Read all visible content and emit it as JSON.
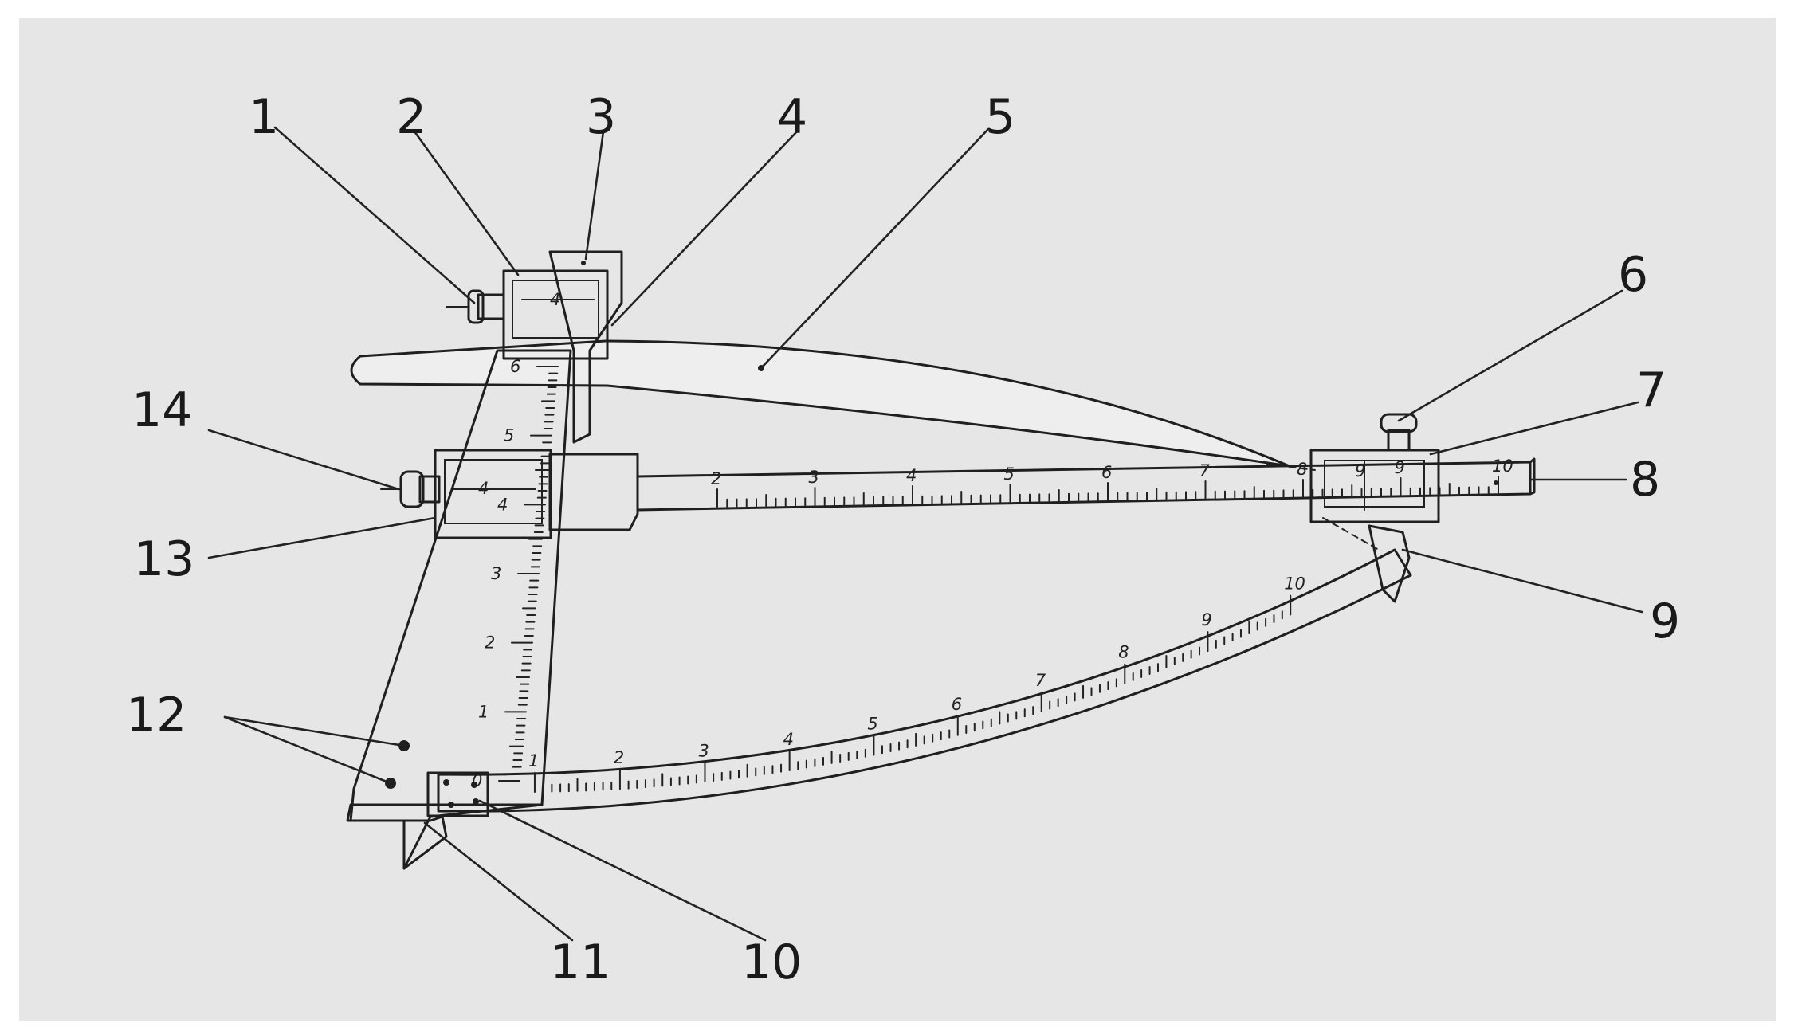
{
  "diagram": {
    "callouts": [
      {
        "id": "1",
        "label": "1"
      },
      {
        "id": "2",
        "label": "2"
      },
      {
        "id": "3",
        "label": "3"
      },
      {
        "id": "4",
        "label": "4"
      },
      {
        "id": "5",
        "label": "5"
      },
      {
        "id": "6",
        "label": "6"
      },
      {
        "id": "7",
        "label": "7"
      },
      {
        "id": "8",
        "label": "8"
      },
      {
        "id": "9",
        "label": "9"
      },
      {
        "id": "10",
        "label": "10"
      },
      {
        "id": "11",
        "label": "11"
      },
      {
        "id": "12",
        "label": "12"
      },
      {
        "id": "13",
        "label": "13"
      },
      {
        "id": "14",
        "label": "14"
      }
    ],
    "scales": {
      "horizontal": [
        "2",
        "3",
        "4",
        "5",
        "6",
        "7",
        "8",
        "9",
        "10"
      ],
      "curved": [
        "1",
        "2",
        "3",
        "4",
        "5",
        "6",
        "7",
        "8",
        "9",
        "10"
      ],
      "vertical": [
        "6",
        "5",
        "4",
        "3",
        "2",
        "1",
        "0"
      ]
    },
    "slider_marks": {
      "top_window": "4",
      "mid_window": "4",
      "right_window": "9"
    },
    "colors": {
      "paper": "#e6e6e6",
      "frame": "#ffffff",
      "ink": "#1f1f1f"
    }
  }
}
